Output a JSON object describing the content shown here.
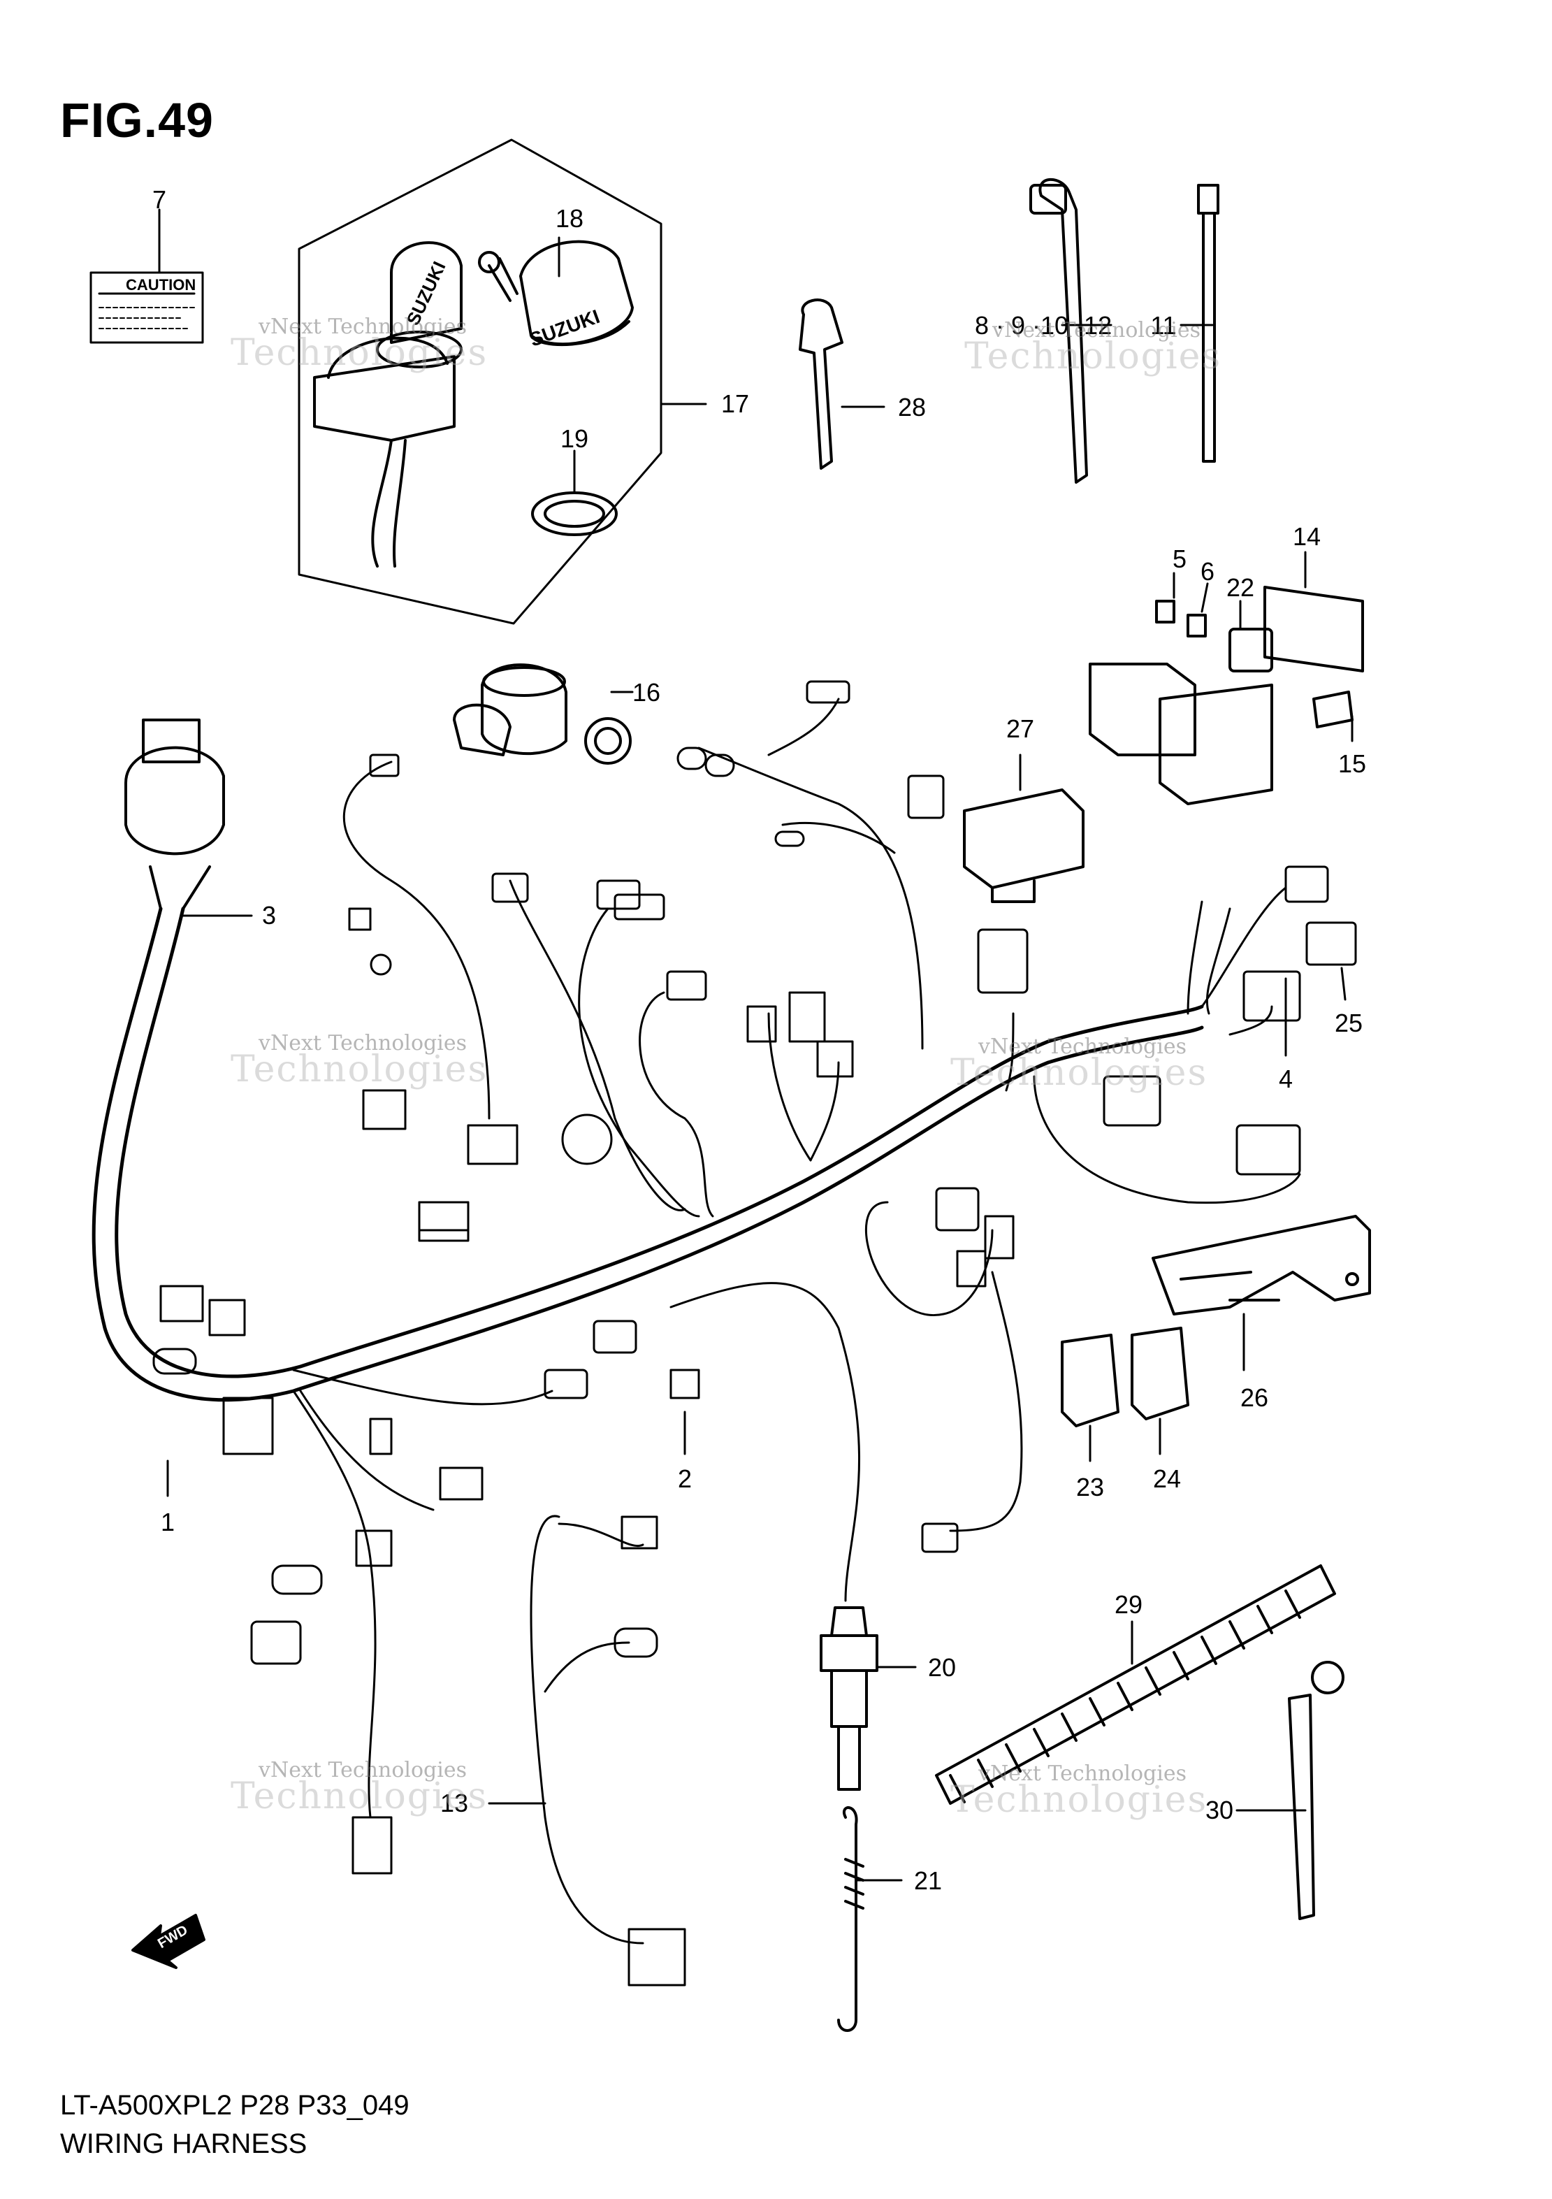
{
  "figure_title": "FIG.49",
  "footer": {
    "model_code": "LT-A500XPL2 P28 P33_049",
    "caption": "WIRING HARNESS"
  },
  "caution_label_text": "CAUTION",
  "key_brand_text": "SUZUKI",
  "fwd_text": "FWD",
  "watermark": {
    "line1": "vNext Technologies",
    "line2": "Technologies"
  },
  "callouts": {
    "c1": "1",
    "c2": "2",
    "c3": "3",
    "c4": "4",
    "c5": "5",
    "c6": "6",
    "c7": "7",
    "c8_12": "8 · 9 ·10 ·12",
    "c11": "11",
    "c13": "13",
    "c14": "14",
    "c15": "15",
    "c16": "16",
    "c17": "17",
    "c18": "18",
    "c19": "19",
    "c20": "20",
    "c21": "21",
    "c22": "22",
    "c23": "23",
    "c24": "24",
    "c25": "25",
    "c26": "26",
    "c27": "27",
    "c28": "28",
    "c29": "29",
    "c30": "30"
  }
}
